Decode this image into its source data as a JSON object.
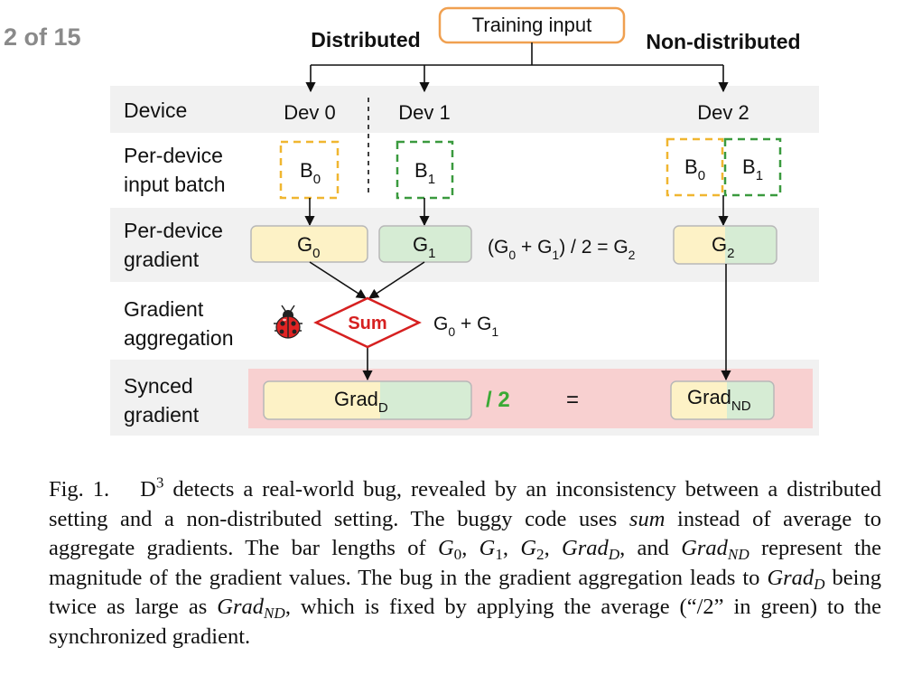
{
  "page_counter": "2 of 15",
  "top": {
    "training_input": "Training input",
    "distributed": "Distributed",
    "non_distributed": "Non-distributed"
  },
  "rows": {
    "device": "Device",
    "batch_line1": "Per-device",
    "batch_line2": "input batch",
    "gradient_line1": "Per-device",
    "gradient_line2": "gradient",
    "aggregation_line1": "Gradient",
    "aggregation_line2": "aggregation",
    "synced_line1": "Synced",
    "synced_line2": "gradient"
  },
  "devices": [
    "Dev 0",
    "Dev 1",
    "Dev 2"
  ],
  "batches": {
    "b0_base": "B",
    "b0_sub": "0",
    "b1_base": "B",
    "b1_sub": "1"
  },
  "gradients": {
    "g0_base": "G",
    "g0_sub": "0",
    "g1_base": "G",
    "g1_sub": "1",
    "g2_base": "G",
    "g2_sub": "2",
    "g_letter": "G",
    "avg_open": "(",
    "plus": " + ",
    "sub0": "0",
    "sub1": "1",
    "sub2": "2",
    "avg_close": ") / 2 = "
  },
  "aggregation": {
    "sum": "Sum",
    "expr_g": "G",
    "expr_plus": " + ",
    "sub0": "0",
    "sub1": "1",
    "bug_icon": "ladybug-icon"
  },
  "synced": {
    "grad_d_base": "Grad",
    "grad_d_sub": "D",
    "divide": "/ 2",
    "equals": "=",
    "grad_nd_base": "Grad",
    "grad_nd_sub": "ND"
  },
  "colors": {
    "yellow_fill": "#fdf2c6",
    "green_fill": "#d6ecd4",
    "yellow_dash": "#f0b630",
    "green_dash": "#3a9a3e",
    "orange_border": "#f0a050",
    "sum_red": "#d62020",
    "row_gray": "#f1f1f1",
    "synced_pink": "#f8d0d0",
    "divide_green": "#3aaa35"
  },
  "caption": {
    "fig": "Fig. 1.",
    "d": "D",
    "d_sup": "3",
    "t1": " detects a real-world bug, revealed by an inconsistency between a distributed setting and a non-distributed setting. The buggy code uses ",
    "sum_word": "sum",
    "t2": " instead of average to aggregate gradients. The bar lengths of ",
    "g": "G",
    "sub0": "0",
    "sub1": "1",
    "sub2": "2",
    "comma": ", ",
    "comma_and": ", and ",
    "grad": "Grad",
    "sub_d": "D",
    "sub_nd": "ND",
    "t3": " represent the magnitude of the gradient values. The bug in the gradient aggregation leads to ",
    "t4": " being twice as large as ",
    "t5": ", which is fixed by applying the average (“/2” in green) to the synchronized gradient."
  }
}
